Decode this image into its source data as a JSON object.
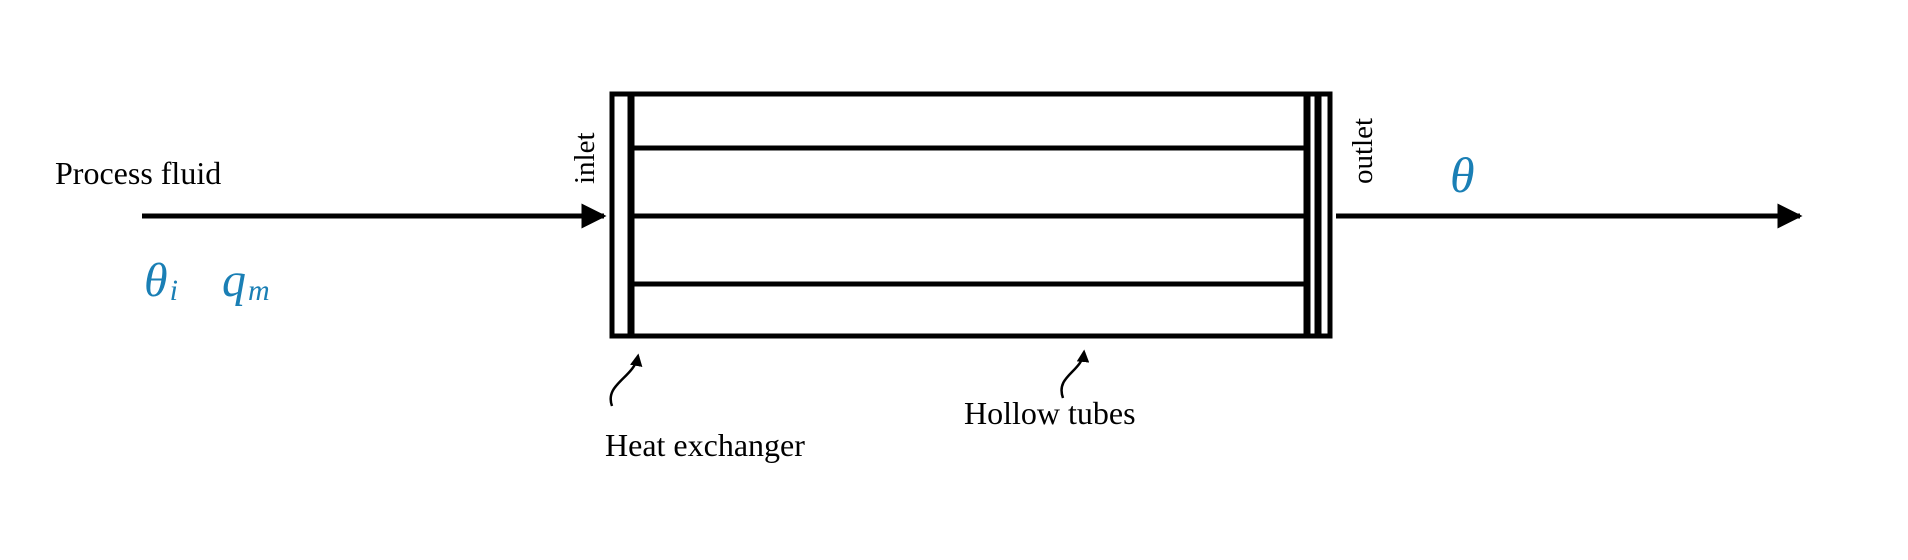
{
  "colors": {
    "ink": "#000000",
    "symbol": "#1a7fb5",
    "background": "#ffffff"
  },
  "labels": {
    "process_fluid": "Process fluid",
    "inlet": "inlet",
    "outlet": "outlet",
    "heat_exchanger": "Heat exchanger",
    "hollow_tubes": "Hollow tubes"
  },
  "symbols": {
    "inlet_temperature": "θ",
    "inlet_temperature_subscript": "i",
    "mass_flow": "q",
    "mass_flow_subscript": "m",
    "outlet_temperature": "θ"
  },
  "icons": {
    "inlet_flow": "arrow-right-icon",
    "outlet_flow": "arrow-right-icon",
    "heat_exchanger_pointer": "curved-arrow-icon",
    "hollow_tubes_pointer": "curved-arrow-icon"
  }
}
